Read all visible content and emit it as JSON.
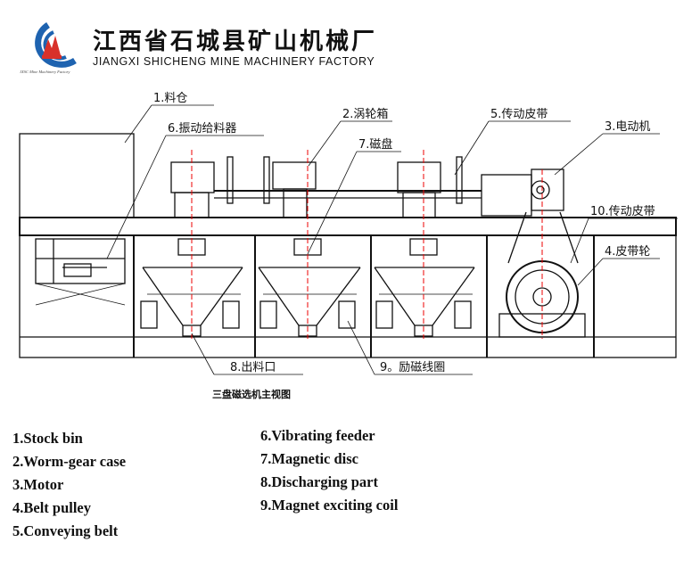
{
  "header": {
    "company_cn": "江西省石城县矿山机械厂",
    "company_en": "JIANGXI SHICHENG MINE MACHINERY FACTORY",
    "logo_small_text": "JXSC Mine Machinery Factory"
  },
  "diagram": {
    "caption": "三盘磁选机主视图",
    "callouts": {
      "c1": "1.料仓",
      "c2": "2.涡轮箱",
      "c3": "3.电动机",
      "c4": "4.皮带轮",
      "c5": "5.传动皮带",
      "c6": "6.振动给料器",
      "c7": "7.磁盘",
      "c8": "8.出料口",
      "c9": "9。励磁线圈",
      "c10": "10.传动皮带"
    }
  },
  "legend": {
    "left": [
      "1.Stock bin",
      "2.Worm-gear case",
      "3.Motor",
      "4.Belt pulley",
      "5.Conveying belt"
    ],
    "right": [
      "6.Vibrating feeder",
      "7.Magnetic disc",
      "8.Discharging part",
      "9.Magnet exciting coil"
    ]
  },
  "colors": {
    "logo_blue": "#1e63b0",
    "logo_red": "#d8312a",
    "center_line": "#e00000"
  }
}
